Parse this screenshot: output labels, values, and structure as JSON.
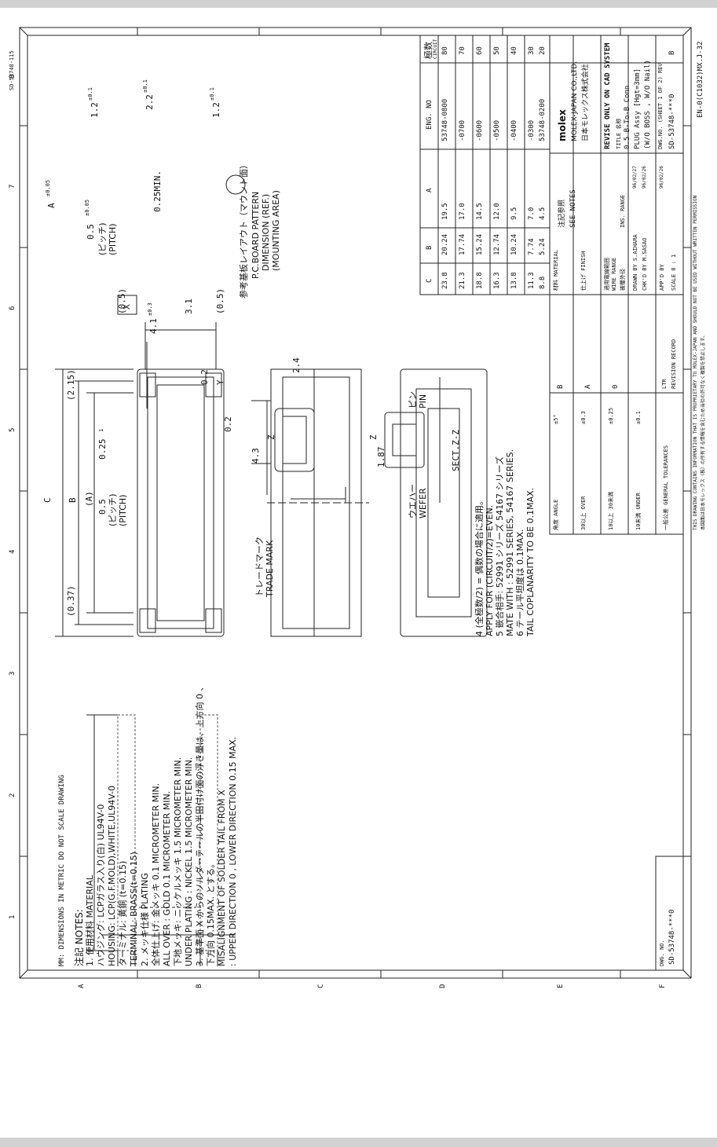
{
  "pattern": {
    "title_jp": "参考基板レイアウト（マウント面）",
    "title_en": "P.C.BOARD PATTERN",
    "sub1": "DIMENSION (REF.)",
    "sub2": "(MOUNTING AREA)",
    "pitch": "0.5",
    "pitch_tol": "±0.05",
    "pitch_jp": "(ピッチ)",
    "pitch_en": "(PITCH)",
    "min": "0.25MIN.",
    "a_tol": "±0.05",
    "a": "A",
    "d12": "1.2",
    "d22": "2.2",
    "tol01": "±0.1"
  },
  "side": {
    "h43": "4.3",
    "h24": "2.4",
    "h187": "1.87",
    "pin_jp": "ピン",
    "pin": "PIN",
    "wafer_jp": "ウエハー",
    "wafer": "WEFER",
    "sect": "SECT.Z-Z"
  },
  "plan": {
    "c": "C",
    "b": "B",
    "a": "(A)",
    "d037": "(0.37)",
    "d215": "(2.15)",
    "d05": "0.5",
    "pitch_jp": "(ピッチ)",
    "pitch_en": "(PITCH)",
    "d025": "0.25",
    "tri": "1",
    "d41": "4.1",
    "tol03": "±0.3",
    "d31": "3.1",
    "p05a": "(0.5)",
    "p05b": "(0.5)",
    "tolerance": "0.2",
    "datum": "Y",
    "d02": "0.2",
    "trademark_jp": "トレードマーク",
    "trademark": "TRADE MARK",
    "z": "Z",
    "x": "X"
  },
  "notes": {
    "head": "注記 NOTES:",
    "lines": [
      "1. 使用材料 MATERIAL",
      "   ハウジング: LCPガラス入り(白) UL94V-0",
      "   HOUSING: LCP(G.F.MOLD),WHITE,UL94V-0",
      "   ターミナル: 黄銅 (t=0.15)",
      "   TERMINAL: BRASS(t=0.15)",
      "2. メッキ仕様 PLATING",
      "   全体仕上げ: 金メッキ 0.1 MICROMETER MIN.",
      "   ALL OVER : GOLD 0.1 MICROMETER MIN.",
      "   下地メッキ: ニッケルメッキ 1.5 MICROMETER MIN.",
      "   UNDER PLATING : NICKEL 1.5 MICROMETER MIN.",
      "3. 基準面 X からのソルダーテールの半田付け面の浮き量は、上方向 0 、",
      "   下方向 0.15MAX. とする。",
      "   MISALIGNMENT OF SOLDER TAIL FROM X",
      "   : UPPER DIRECTION 0 , LOWER DIRECTION 0.15 MAX."
    ],
    "r4a": "4 (全極数/2) = 偶数の場合に適用。",
    "r4b": "   APPLY FOR (CIRCUIT/2)=EVEN.",
    "r5a": "5 嵌合相手: 52991 シリーズ 54167 シリーズ",
    "r5b": "   MATE WITH : 52991 SERIES, 54167 SERIES.",
    "r6a": "6 テール平坦度は 0.1MAX.",
    "r6b": "   TAIL COPLANARITY TO BE 0.1MAX."
  },
  "table": {
    "rows": [
      {
        "c": "23.8",
        "b": "20.24",
        "a": "19.5",
        "eng": "53748-0800",
        "cir": "80"
      },
      {
        "c": "21.3",
        "b": "17.74",
        "a": "17.0",
        "eng": "-0700",
        "cir": "70"
      },
      {
        "c": "18.8",
        "b": "15.24",
        "a": "14.5",
        "eng": "-0600",
        "cir": "60"
      },
      {
        "c": "16.3",
        "b": "12.74",
        "a": "12.0",
        "eng": "-0500",
        "cir": "50"
      },
      {
        "c": "13.8",
        "b": "10.24",
        "a": "9.5",
        "eng": "-0400",
        "cir": "40"
      },
      {
        "c": "11.3",
        "b": "7.74",
        "a": "7.0",
        "eng": "-0300",
        "cir": "30"
      },
      {
        "c": "8.8",
        "b": "5.24",
        "a": "4.5",
        "eng": "53748-0200",
        "cir": "20"
      }
    ],
    "hdr": {
      "c": "C",
      "b": "B",
      "a": "A",
      "eng": "ENG. NO",
      "cir_jp": "極数",
      "cir": "CIRCUIT"
    }
  },
  "title_block": {
    "molex": "molex",
    "company": "MOLEX-JAPAN CO.,LTD.",
    "company_jp": "日本モレックス株式会社",
    "revise": "REVISE ONLY ON CAD SYSTEM",
    "title_lbl": "TITLE 名称",
    "title1": "0.5 B-To-B Conn",
    "title2": "PLUG Assy [Hgt=3mm]",
    "title3": "(W/O BOSS , W/O Nail)",
    "dwg": "DWG.NO. (SHEET 1 OF 2) REV",
    "dwg_no": "SD-53748-***0",
    "rev": "B",
    "material": "材料 MATERIAL",
    "finish": "仕上げ FINISH",
    "notes_jp": "注記参照",
    "notes_en": "SEE NOTES",
    "wire_jp": "適用電線範囲",
    "wire": "WIRE RANGE",
    "ins_jp": "被覆外径",
    "ins": "INS. RANGE",
    "drawn": "DRAWN BY S.AIHARA",
    "drawn_d": "96/02/27",
    "chkd": "CHK'D BY M.SASAO",
    "chkd_d": "96/02/26",
    "apprd": "APP'D BY",
    "apprd_d": "96/02/26",
    "scale": "SCALE 8 : 1",
    "rev_hdr": "REVISION RECORD",
    "ltr": "LTR",
    "rev_b": "B",
    "rev_a": "A",
    "rev_0": "0",
    "angle": "角度 ANGLE",
    "tol1": "30以上 OVER",
    "tol2": "10以上 30未満",
    "tol3": "10未満 UNDER",
    "tolv": [
      "±0.3",
      "±0.25",
      "±0.1"
    ],
    "angle_v": "±5°",
    "gen": "一般公差 GENERAL TOLERANCES",
    "prop1": "THIS DRAWING CONTAINS INFORMATION THAT IS PROPRIETARY TO MOLEX-JAPAN AND SHOULD NOT BE USED WITHOUT WRITTEN PERMISSION",
    "prop2": "本図面は日本モレックス（株）の所有する情報を含むため当社の許可なく複製を禁止します。",
    "corner": "SD-53748-***0",
    "en_code": "EN-0(C1032)MX.J-32",
    "dim_note": "MM: DIMENSIONS IN METRIC DO NOT SCALE DRAWING",
    "dwg_lbl": "DWG. NO.",
    "dwg_bottom": "SD-53748-***0",
    "sig": "SD-53748-115"
  },
  "border": {
    "cols": [
      "1",
      "2",
      "3",
      "4",
      "5",
      "6",
      "7",
      "8"
    ],
    "rows": [
      "A",
      "B",
      "C",
      "D",
      "E",
      "F"
    ]
  }
}
